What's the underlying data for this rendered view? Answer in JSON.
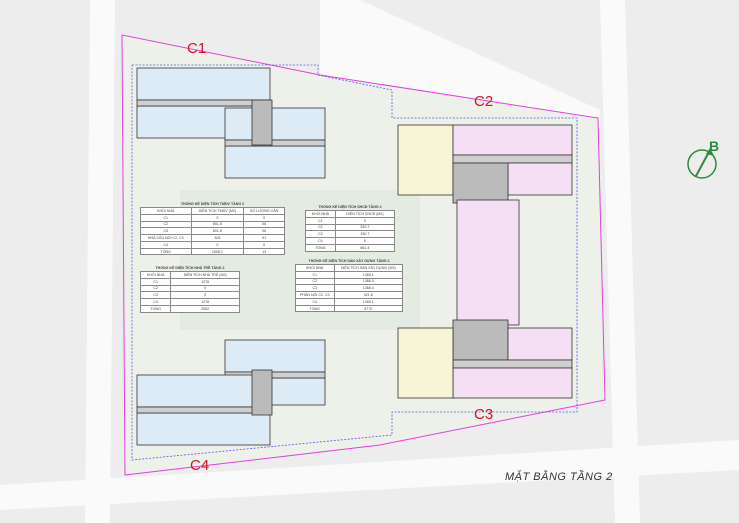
{
  "plan_title": "MẶT BẰNG TẦNG 2",
  "block_labels": {
    "c1": "C1",
    "c2": "C2",
    "c3": "C3",
    "c4": "C4"
  },
  "compass_label": "B",
  "colors": {
    "boundary": "#e040e0",
    "label": "#d3142c",
    "compass": "#2e8b3a",
    "commercial": "#f5dff5",
    "kindergarten": "#f7f5d6",
    "apartment": "#dcebf5"
  },
  "tables": {
    "tmdv": {
      "caption": "THỐNG KÊ DIỆN TÍCH TMDV TẦNG 2",
      "headers": [
        "KHỐI NHÀ",
        "DIỆN TÍCH TMDV (M2)",
        "SỐ LƯỢNG CĂN"
      ],
      "rows": [
        [
          "C1",
          "0",
          "0"
        ],
        [
          "C2",
          "601.5",
          "06"
        ],
        [
          "C3",
          "601.5",
          "06"
        ],
        [
          "NHÀ CẦU NỐI C2, C3",
          "305",
          "01"
        ],
        [
          "C4",
          "0",
          "0"
        ],
        [
          "TỔNG",
          "1508.1",
          "13"
        ]
      ]
    },
    "shcd": {
      "caption": "THỐNG KÊ DIỆN TÍCH SHCĐ TẦNG 2",
      "headers": [
        "KHỐI NHÀ",
        "DIỆN TÍCH SHCĐ (M2)"
      ],
      "rows": [
        [
          "C1",
          "0"
        ],
        [
          "C2",
          "330.7"
        ],
        [
          "C3",
          "330.7"
        ],
        [
          "C4",
          "0"
        ],
        [
          "TỔNG",
          "661.4"
        ]
      ]
    },
    "nhatre": {
      "caption": "THỐNG KÊ DIỆN TÍCH NHÀ TRẺ TẦNG 2",
      "headers": [
        "KHỐI NHÀ",
        "DIỆN TÍCH NHÀ TRẺ (M2)"
      ],
      "rows": [
        [
          "C1",
          "1276"
        ],
        [
          "C2",
          "0"
        ],
        [
          "C3",
          "0"
        ],
        [
          "C4",
          "1276"
        ],
        [
          "TỔNG",
          "2552"
        ]
      ]
    },
    "sanxd": {
      "caption": "THỐNG KÊ DIỆN TÍCH SÀN XÂY DỰNG TẦNG 2",
      "headers": [
        "KHỐI NHÀ",
        "DIỆN TÍCH SÀN XÂY DỰNG (M2)"
      ],
      "rows": [
        [
          "C1",
          "1365.1"
        ],
        [
          "C2",
          "1368.4"
        ],
        [
          "C3",
          "1368.4"
        ],
        [
          "PHẦN NỐI C2, C3",
          "321.6"
        ],
        [
          "C4",
          "1365.1"
        ],
        [
          "TỔNG",
          "5770"
        ]
      ]
    }
  }
}
